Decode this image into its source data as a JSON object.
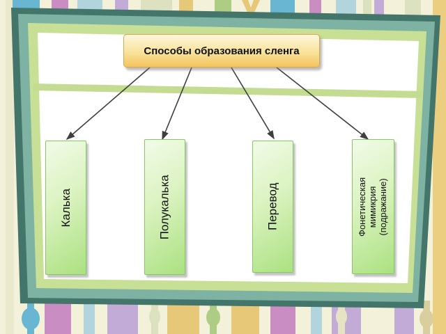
{
  "slide": {
    "title": "Способы образования сленга",
    "methods": [
      {
        "label": "Калька"
      },
      {
        "label": "Полукалька"
      },
      {
        "label": "Перевод"
      },
      {
        "label": "Фонетическая\nмимикрия\n(подражание)"
      }
    ]
  },
  "colors": {
    "background_cream": "#f3f1d9",
    "frame_dark_teal": "#44756a",
    "frame_teal": "#7eb2a2",
    "frame_light_green": "#c8df96",
    "divider_green": "#c4dc92",
    "title_gradient_top": "#fdf6da",
    "title_gradient_mid": "#f8e39a",
    "title_gradient_bottom": "#f3c35c",
    "title_border": "#d8a750",
    "box_border": "#85c95f",
    "box_gradient_light": "#f2fbe9",
    "box_gradient_mid": "#dcf3c2",
    "box_gradient_dark": "#abe181",
    "arrow_color": "#3f3f3f",
    "stripe_blue": "#68b6d1",
    "stripe_magenta": "#c98dc3",
    "stripe_pale_blue": "#b1d4dd",
    "stripe_pale_purple": "#c3abd7",
    "stripe_pale_green": "#dce2c0",
    "stripe_yellow": "#e7c778",
    "stripe_green": "#aecd84",
    "stripe_right_yellow": "#ecce81",
    "text_color": "#111111"
  }
}
